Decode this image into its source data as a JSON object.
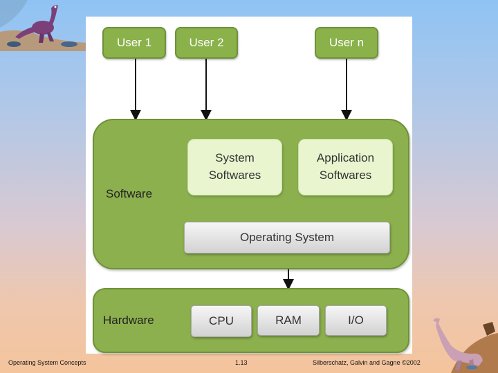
{
  "diagram": {
    "users": [
      "User 1",
      "User 2",
      "User n"
    ],
    "software": {
      "label": "Software",
      "system_softwares": [
        "System",
        "Softwares"
      ],
      "application_softwares": [
        "Application",
        "Softwares"
      ],
      "operating_system": "Operating System"
    },
    "hardware": {
      "label": "Hardware",
      "components": [
        "CPU",
        "RAM",
        "I/O"
      ]
    }
  },
  "footer": {
    "left": "Operating System Concepts",
    "center": "1.13",
    "right": "Silberschatz, Galvin and  Gagne ©2002"
  }
}
